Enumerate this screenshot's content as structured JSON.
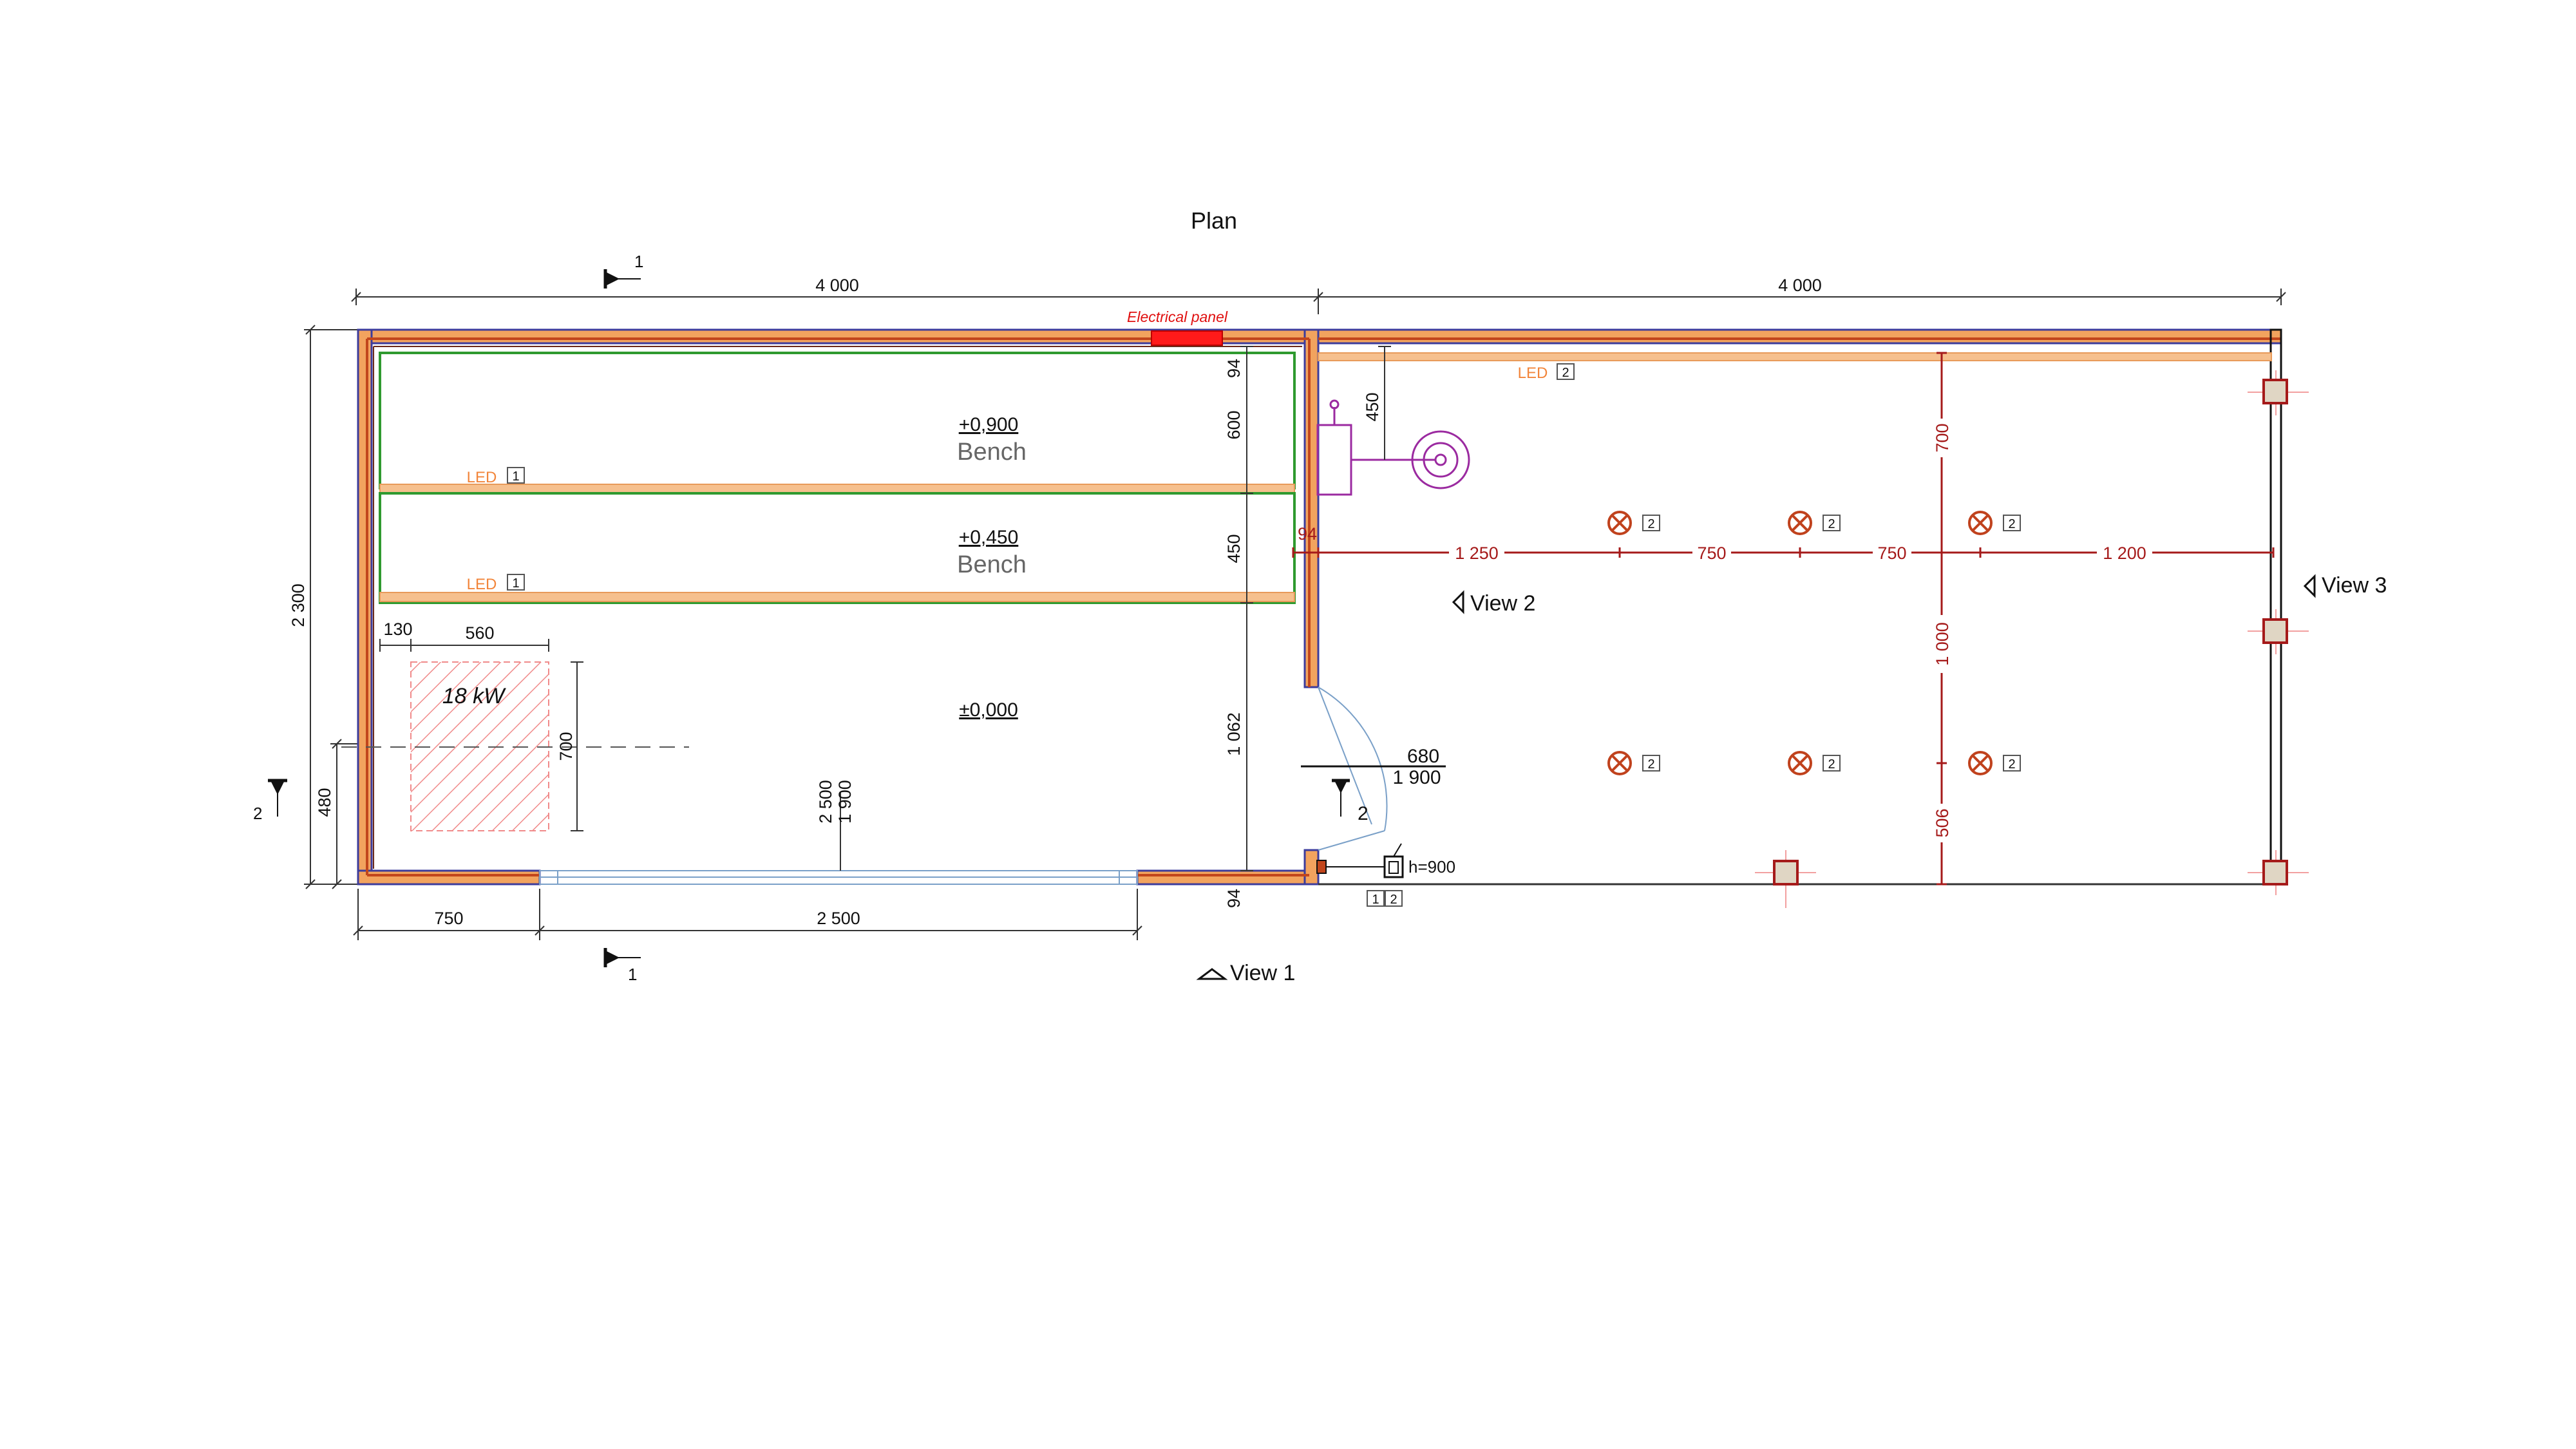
{
  "title": "Plan",
  "labels": {
    "electrical_panel": "Electrical panel",
    "bench_upper_level": "+0,900",
    "bench_upper": "Bench",
    "bench_lower_level": "+0,450",
    "bench_lower": "Bench",
    "floor_level": "±0,000",
    "heater_power": "18 kW",
    "switch_height": "h=900",
    "view1": "View 1",
    "view2": "View 2",
    "view3": "View 3",
    "led": "LED",
    "led1_tag": "1",
    "led2_tag": "2",
    "light_tag": "2",
    "door_width": "680",
    "door_height": "1 900",
    "door_tag": "2",
    "switch_tags": [
      "1",
      "2"
    ],
    "section_1": "1",
    "section_2": "2"
  },
  "dimensions": {
    "top_left": "4 000",
    "top_right": "4 000",
    "left_height": "2 300",
    "left_480": "480",
    "bottom_750": "750",
    "bottom_2500": "2 500",
    "stove_130": "130",
    "stove_560": "560",
    "stove_700": "700",
    "window_2500": "2 500",
    "window_1900": "1 900",
    "partition_94_top": "94",
    "partition_600": "600",
    "partition_450": "450",
    "partition_1062": "1 062",
    "partition_94_bottom": "94",
    "shower_450": "450",
    "red_94": "94",
    "red_1250": "1 250",
    "red_750a": "750",
    "red_750b": "750",
    "red_1200": "1 200",
    "red_700": "700",
    "red_1000": "1 000",
    "red_506": "506"
  },
  "colors": {
    "wall_outline": "#3c3c9c",
    "wall_insulation": "#f2a35e",
    "wall_core": "#c2461c",
    "bench_green": "#2f9a2f",
    "electrical_panel": "#ff1a1a",
    "light_fixture": "#c0421d",
    "dimension_red": "#a51a1a",
    "shower": "#9b2aa0"
  }
}
